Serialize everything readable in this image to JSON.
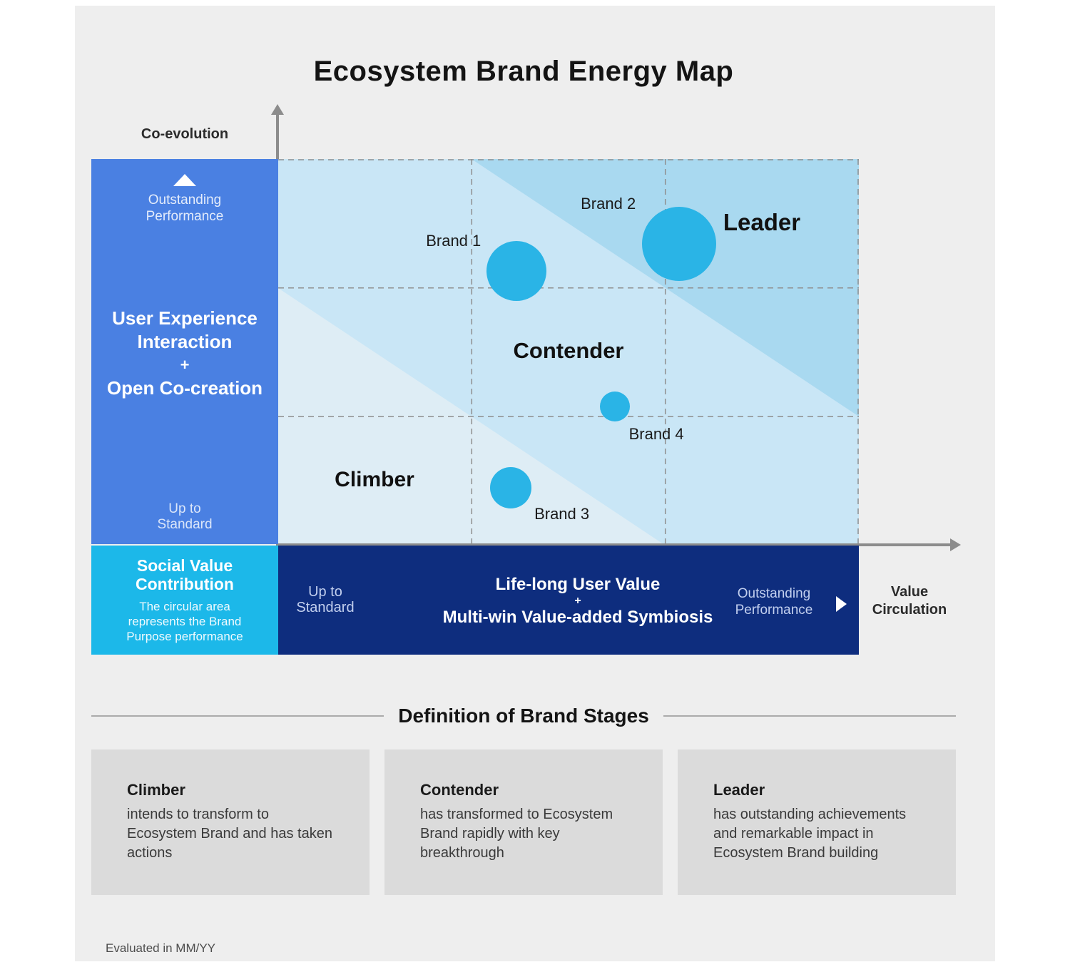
{
  "title": "Ecosystem Brand Energy Map",
  "colors": {
    "panel_bg": "#EEEEEE",
    "sidebar_blue": "#4A80E2",
    "social_cyan": "#1CB8E9",
    "navy": "#0E2D7E",
    "bubble": "#2AB4E6",
    "axis_gray": "#8C8C8C",
    "card_gray": "#DBDBDB"
  },
  "y_axis": {
    "label": "Co-evolution",
    "top_scale": [
      "Outstanding",
      "Performance"
    ],
    "band_line1": "User Experience",
    "band_line2": "Interaction",
    "band_plus": "+",
    "band_line3": "Open Co-creation",
    "bottom_scale": [
      "Up to",
      "Standard"
    ]
  },
  "x_axis": {
    "label": [
      "Value",
      "Circulation"
    ],
    "left_scale": [
      "Up to",
      "Standard"
    ],
    "band_line1": "Life-long User Value",
    "band_plus": "+",
    "band_line2": "Multi-win Value-added Symbiosis",
    "right_scale": [
      "Outstanding",
      "Performance"
    ]
  },
  "social_box": {
    "title": [
      "Social Value",
      "Contribution"
    ],
    "body": [
      "The circular area",
      "represents the Brand",
      "Purpose performance"
    ]
  },
  "chart_data": {
    "type": "scatter",
    "subtype": "bubble-map",
    "title": "Ecosystem Brand Energy Map",
    "xlabel": "Value Circulation (Up to Standard to Outstanding Performance)",
    "ylabel": "Co-evolution (Up to Standard to Outstanding Performance)",
    "grid": "3x3 dashed",
    "note": "The circular area represents the Brand Purpose performance",
    "regions": [
      {
        "label": "Leader",
        "color": "#A9D9F0"
      },
      {
        "label": "Contender",
        "color": "#C9E6F6"
      },
      {
        "label": "Climber",
        "color": "#DEEDF5"
      }
    ],
    "points": [
      {
        "label": "Brand 1",
        "x": 0.41,
        "y": 0.71,
        "r": 42,
        "label_dx": -88,
        "label_dy": -42
      },
      {
        "label": "Brand 2",
        "x": 0.69,
        "y": 0.78,
        "r": 52,
        "label_dx": -99,
        "label_dy": -56
      },
      {
        "label": "Brand 3",
        "x": 0.4,
        "y": 0.15,
        "r": 29,
        "label_dx": 72,
        "label_dy": 37
      },
      {
        "label": "Brand 4",
        "x": 0.58,
        "y": 0.36,
        "r": 21,
        "label_dx": 58,
        "label_dy": 39
      }
    ]
  },
  "definitions": {
    "heading": "Definition of Brand Stages",
    "cards": [
      {
        "title": "Climber",
        "body": "intends to transform to Ecosystem Brand and has taken actions"
      },
      {
        "title": "Contender",
        "body": "has transformed to Ecosystem Brand rapidly with key breakthrough"
      },
      {
        "title": "Leader",
        "body": "has outstanding achievements and remarkable impact in Ecosystem Brand building"
      }
    ]
  },
  "footer": "Evaluated in MM/YY"
}
